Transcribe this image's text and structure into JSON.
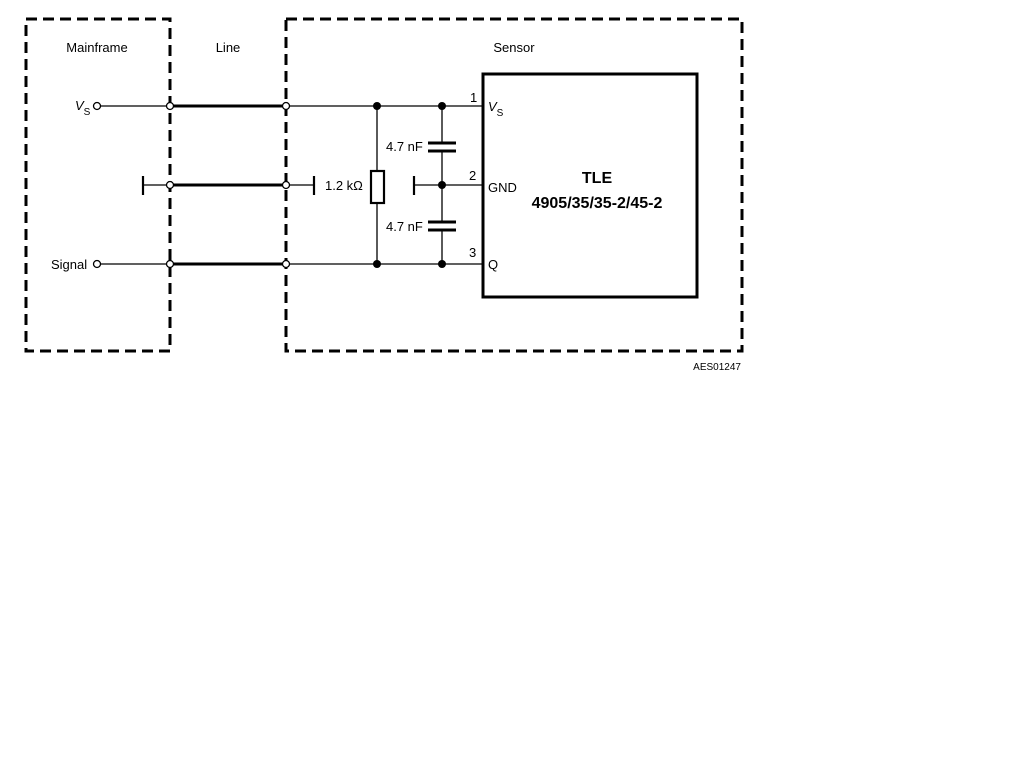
{
  "sections": {
    "mainframe": "Mainframe",
    "line": "Line",
    "sensor": "Sensor"
  },
  "mainframe_terminals": {
    "vs_main": "V",
    "vs_sub": "S",
    "signal": "Signal"
  },
  "components": {
    "resistor": "1.2 kΩ",
    "capacitor_top": "4.7 nF",
    "capacitor_bottom": "4.7 nF"
  },
  "chip": {
    "title": "TLE",
    "part_number": "4905/35/35-2/45-2",
    "pins": [
      {
        "number": "1",
        "name": "V",
        "name_sub": "S"
      },
      {
        "number": "2",
        "name": "GND",
        "name_sub": ""
      },
      {
        "number": "3",
        "name": "Q",
        "name_sub": ""
      }
    ]
  },
  "document_id": "AES01247"
}
